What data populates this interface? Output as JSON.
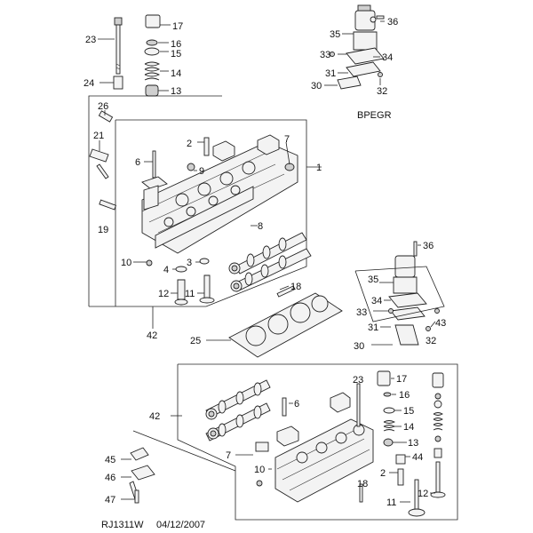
{
  "labels": {
    "top": [
      "23",
      "17",
      "16",
      "15",
      "14",
      "13",
      "24",
      "26",
      "21",
      "6",
      "9",
      "2",
      "7",
      "1",
      "19",
      "8",
      "10",
      "4",
      "3",
      "12",
      "11",
      "18",
      "42",
      "25"
    ],
    "egr_top": [
      "36",
      "35",
      "33",
      "34",
      "31",
      "30",
      "32"
    ],
    "egr_top_caption": "BPEGR",
    "egr_mid": [
      "36",
      "35",
      "34",
      "33",
      "43",
      "31",
      "30",
      "32"
    ],
    "bottom": [
      "42",
      "23",
      "17",
      "16",
      "15",
      "14",
      "13",
      "44",
      "6",
      "7",
      "10",
      "2",
      "18",
      "12",
      "11",
      "45",
      "46",
      "47"
    ]
  },
  "footer": {
    "code": "RJ1311W",
    "date": "04/12/2007"
  }
}
